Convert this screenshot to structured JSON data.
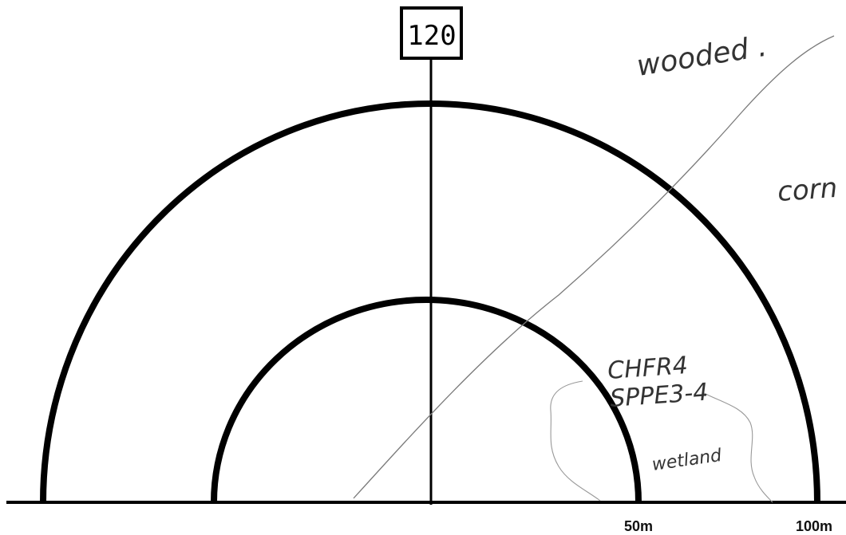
{
  "point_label": "120",
  "radius_labels": {
    "inner": "50m",
    "outer": "100m"
  },
  "annotations": {
    "wooded": "wooded .",
    "corn": "corn",
    "species_line1": "CHFR4",
    "species_line2": "SPPE3-4",
    "wetland": "wetland"
  },
  "colors": {
    "ink": "#000000",
    "pencil": "#555555"
  }
}
